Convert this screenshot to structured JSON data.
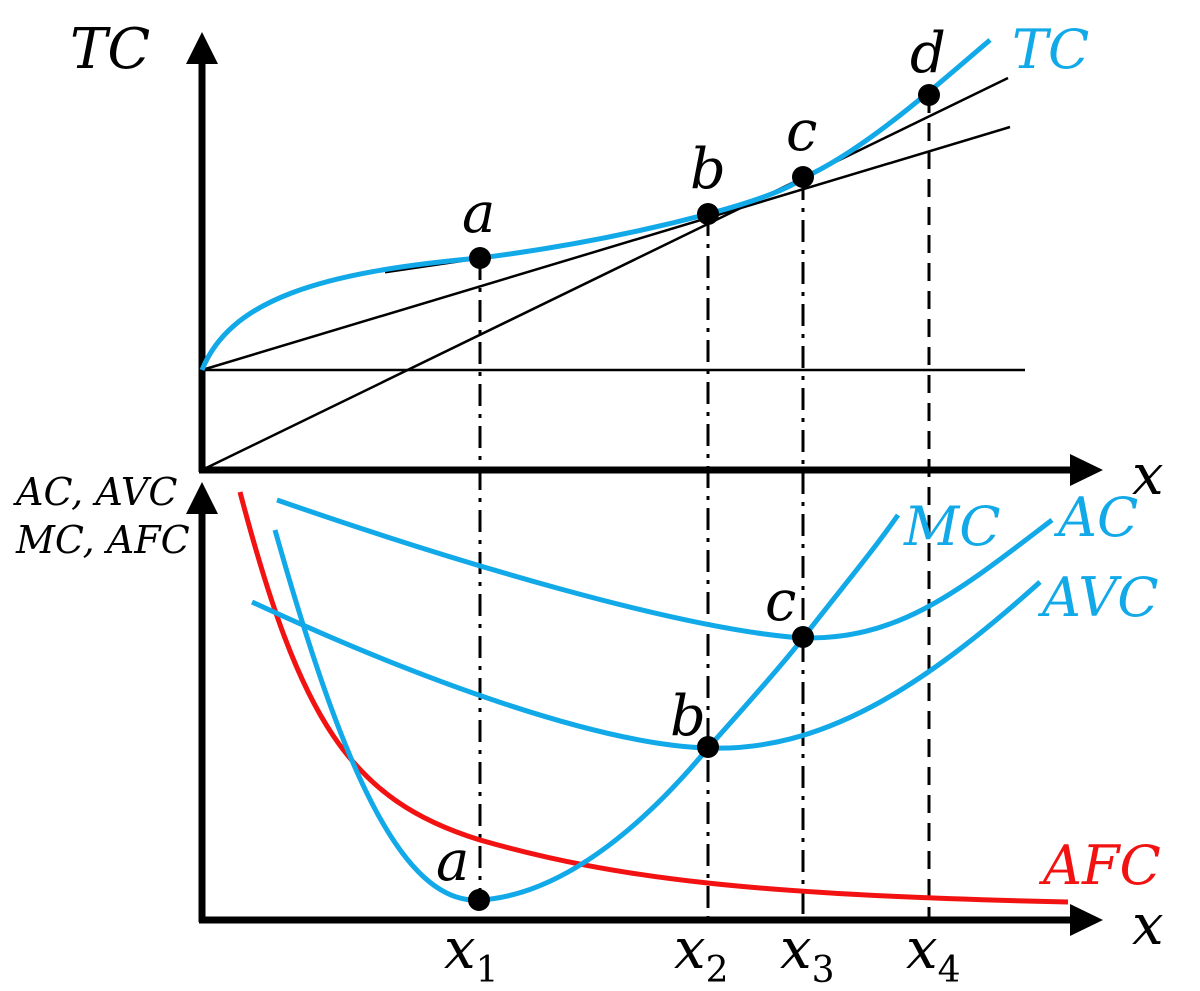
{
  "colors": {
    "curve": "#12a9e8",
    "afc": "#f21212",
    "axis": "#000000",
    "line": "#000000"
  },
  "top_panel": {
    "y_axis_label": "TC",
    "x_axis_label": "x",
    "curve_label": "TC",
    "points": [
      "a",
      "b",
      "c",
      "d"
    ]
  },
  "bottom_panel": {
    "y_axis_label_line1": "AC, AVC",
    "y_axis_label_line2": "MC, AFC",
    "x_axis_label": "x",
    "curve_labels": {
      "mc": "MC",
      "ac": "AC",
      "avc": "AVC",
      "afc": "AFC"
    },
    "points": [
      "a",
      "b",
      "c"
    ]
  },
  "x_ticks": [
    {
      "base": "x",
      "sub": "1"
    },
    {
      "base": "x",
      "sub": "2"
    },
    {
      "base": "x",
      "sub": "3"
    },
    {
      "base": "x",
      "sub": "4"
    }
  ]
}
